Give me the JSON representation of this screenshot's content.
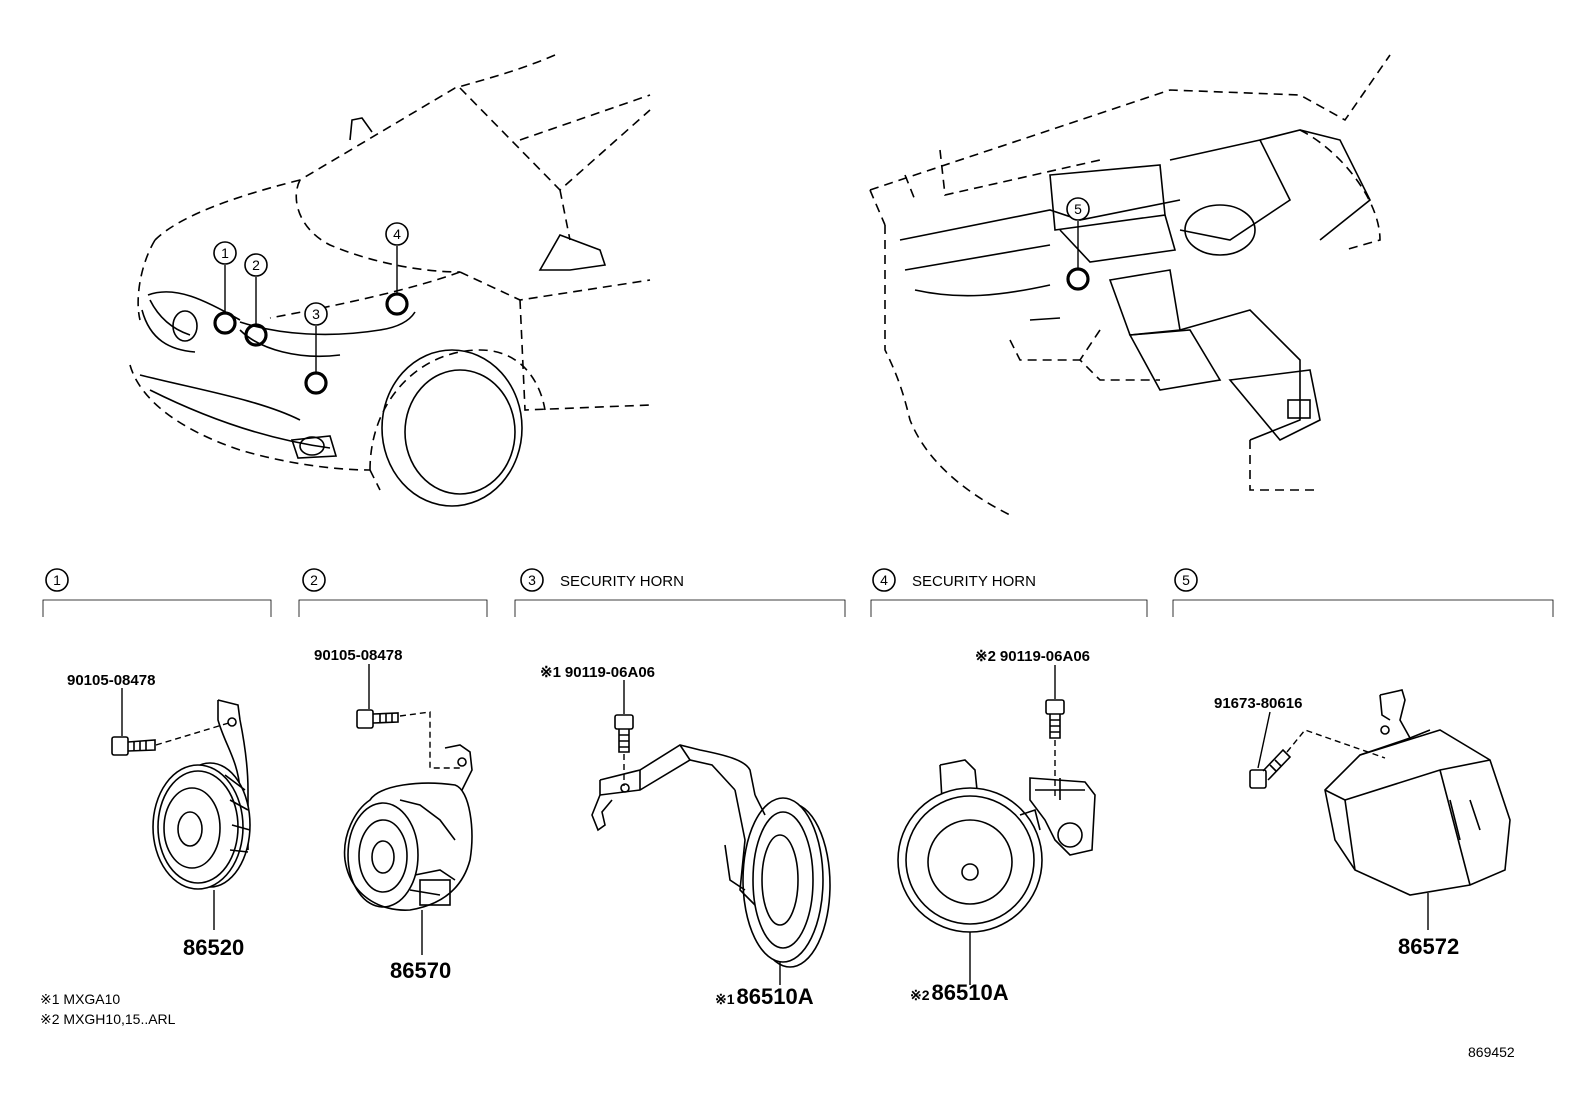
{
  "locations": [
    {
      "id": 1,
      "callout": "1"
    },
    {
      "id": 2,
      "callout": "2"
    },
    {
      "id": 3,
      "callout": "3"
    },
    {
      "id": 4,
      "callout": "4"
    },
    {
      "id": 5,
      "callout": "5"
    }
  ],
  "sections": [
    {
      "id": 1,
      "number": "1",
      "title": ""
    },
    {
      "id": 2,
      "number": "2",
      "title": ""
    },
    {
      "id": 3,
      "number": "3",
      "title": "SECURITY HORN"
    },
    {
      "id": 4,
      "number": "4",
      "title": "SECURITY HORN"
    },
    {
      "id": 5,
      "number": "5",
      "title": ""
    }
  ],
  "parts": {
    "bolt1": "90105-08478",
    "horn1": "86520",
    "bolt2": "90105-08478",
    "horn2": "86570",
    "bolt3_mark": "※1",
    "bolt3": "90119-06A06",
    "horn3_mark": "※1",
    "horn3": "86510A",
    "bolt4_mark": "※2",
    "bolt4": "90119-06A06",
    "horn4_mark": "※2",
    "horn4": "86510A",
    "bolt5": "91673-80616",
    "ecu5": "86572"
  },
  "notes": [
    "※1 MXGA10",
    "※2 MXGH10,15..ARL"
  ],
  "diagram_number": "869452"
}
